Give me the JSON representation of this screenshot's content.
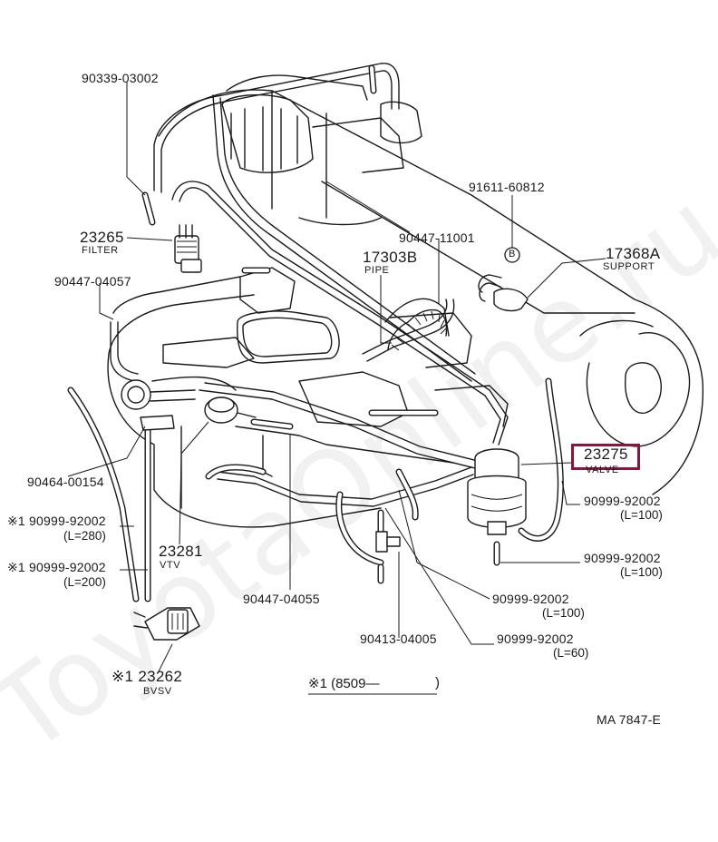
{
  "watermark": "ToyotaOnline.ru",
  "highlight_color": "#8e1537",
  "labels": {
    "p90339": "90339-03002",
    "p23265": "23265",
    "p23265_sub": "FILTER",
    "p90447_04057": "90447-04057",
    "p90447_11001": "90447-11001",
    "p17303": "17303B",
    "p17303_sub": "PIPE",
    "p91611": "91611-60812",
    "p17368": "17368A",
    "p17368_sub": "SUPPORT",
    "p23275": "23275",
    "p23275_sub": "VALVE",
    "p90464": "90464-00154",
    "p92002_a": "※1 90999-92002",
    "p92002_a_len": "(L=280)",
    "p92002_b": "※1 90999-92002",
    "p92002_b_len": "(L=200)",
    "p23281": "23281",
    "p23281_sub": "VTV",
    "p90447_04055": "90447-04055",
    "p92002_c": "90999-92002",
    "p92002_c_len": "(L=100)",
    "p92002_d": "90999-92002",
    "p92002_d_len": "(L=100)",
    "p92002_e": "90999-92002",
    "p92002_e_len": "(L=100)",
    "p90413": "90413-04005",
    "p92002_f": "90999-92002",
    "p92002_f_len": "(L=60)",
    "p23262": "※1 23262",
    "p23262_sub": "BVSV",
    "note": "※1 (8509—",
    "note_end": ")",
    "callout_b": "B",
    "ref": "MA  7847-E"
  }
}
